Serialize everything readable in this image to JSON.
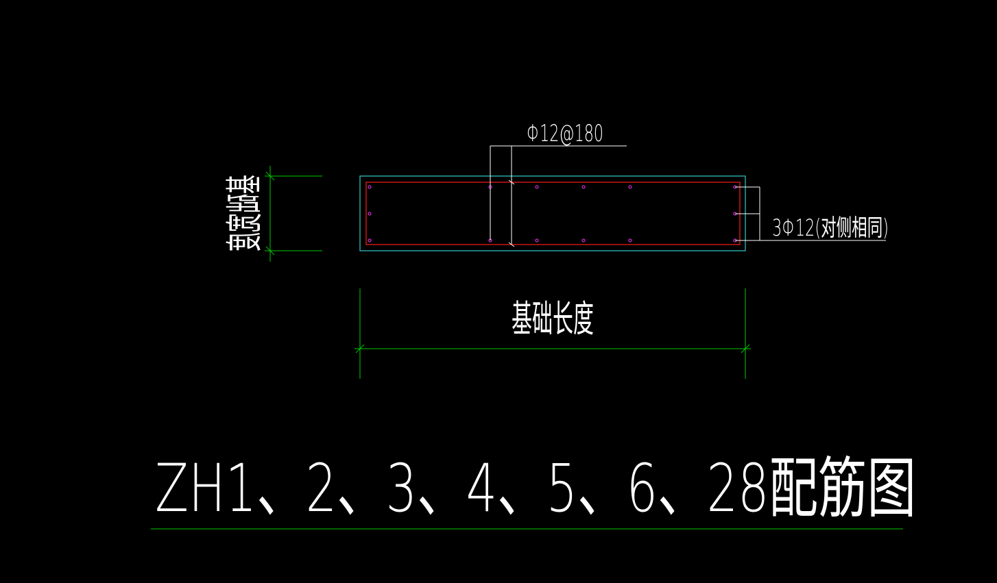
{
  "drawing": {
    "title": "ZH1、2、3、4、5、6、28配筋图",
    "stirrup_label": "Φ12@180",
    "side_rebar_label": "3Φ12(对侧相同)",
    "length_dim_label": "基础长度",
    "width_dim_label": "基础宽度"
  },
  "colors": {
    "background": "#000000",
    "text": "#ffffff",
    "dimension": "#00cc00",
    "outline": "#33cccc",
    "rebar": "#ff1a1a",
    "rebar_point": "#ff33ff"
  }
}
